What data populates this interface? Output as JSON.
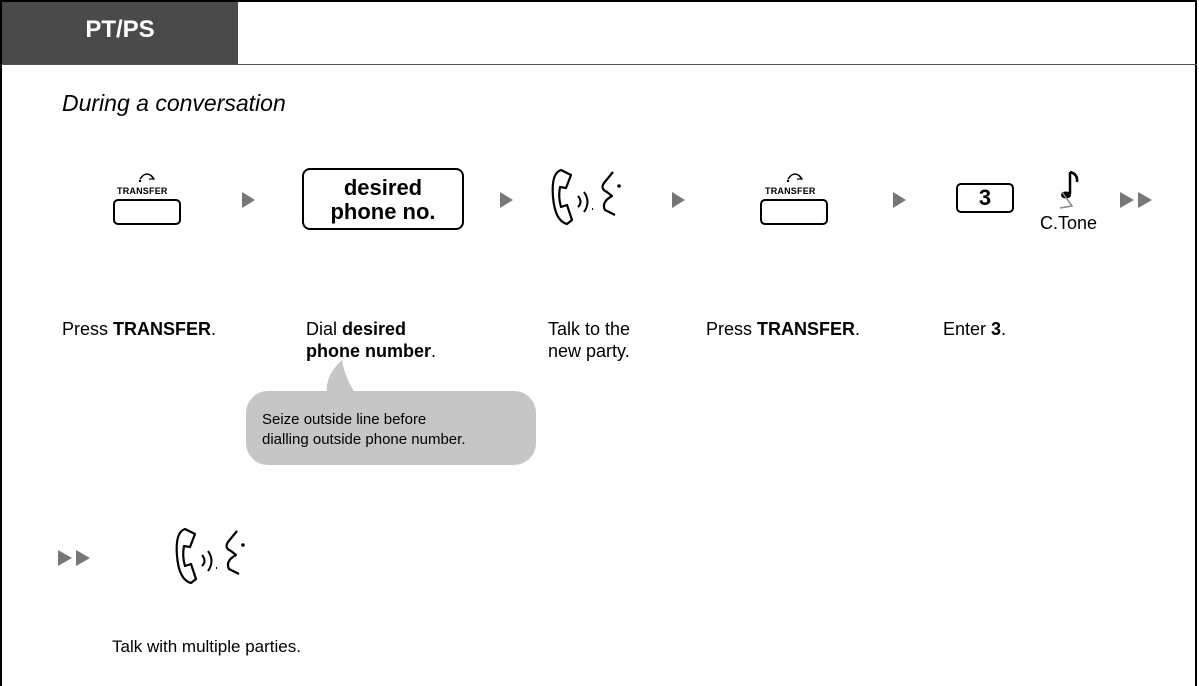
{
  "header": {
    "tab_label": "PT/PS"
  },
  "subtitle": "During a conversation",
  "keys": {
    "transfer_label": "TRANSFER"
  },
  "dial_box": {
    "line1": "desired",
    "line2": "phone no."
  },
  "digit": "3",
  "tone_label": "C.Tone",
  "steps": {
    "step1": {
      "prefix": "Press ",
      "bold": "TRANSFER",
      "suffix": "."
    },
    "step2": {
      "prefix": "Dial ",
      "bold1": "desired",
      "bold2": "phone number",
      "suffix": "."
    },
    "step3": {
      "line1": "Talk to the",
      "line2": "new party."
    },
    "step4": {
      "prefix": "Press ",
      "bold": "TRANSFER",
      "suffix": "."
    },
    "step5": {
      "prefix": "Enter ",
      "bold": "3",
      "suffix": "."
    }
  },
  "note": {
    "line1": "Seize outside line before",
    "line2": "dialling outside phone number."
  },
  "footer": "Talk with multiple parties.",
  "colors": {
    "tab_bg": "#4a4a4a",
    "arrow": "#777777",
    "bubble": "#c6c6c6"
  },
  "icons": [
    "transfer-key-icon",
    "play-arrow-icon",
    "talk-handset-icon",
    "confirmation-tone-icon",
    "continue-arrows-icon"
  ]
}
